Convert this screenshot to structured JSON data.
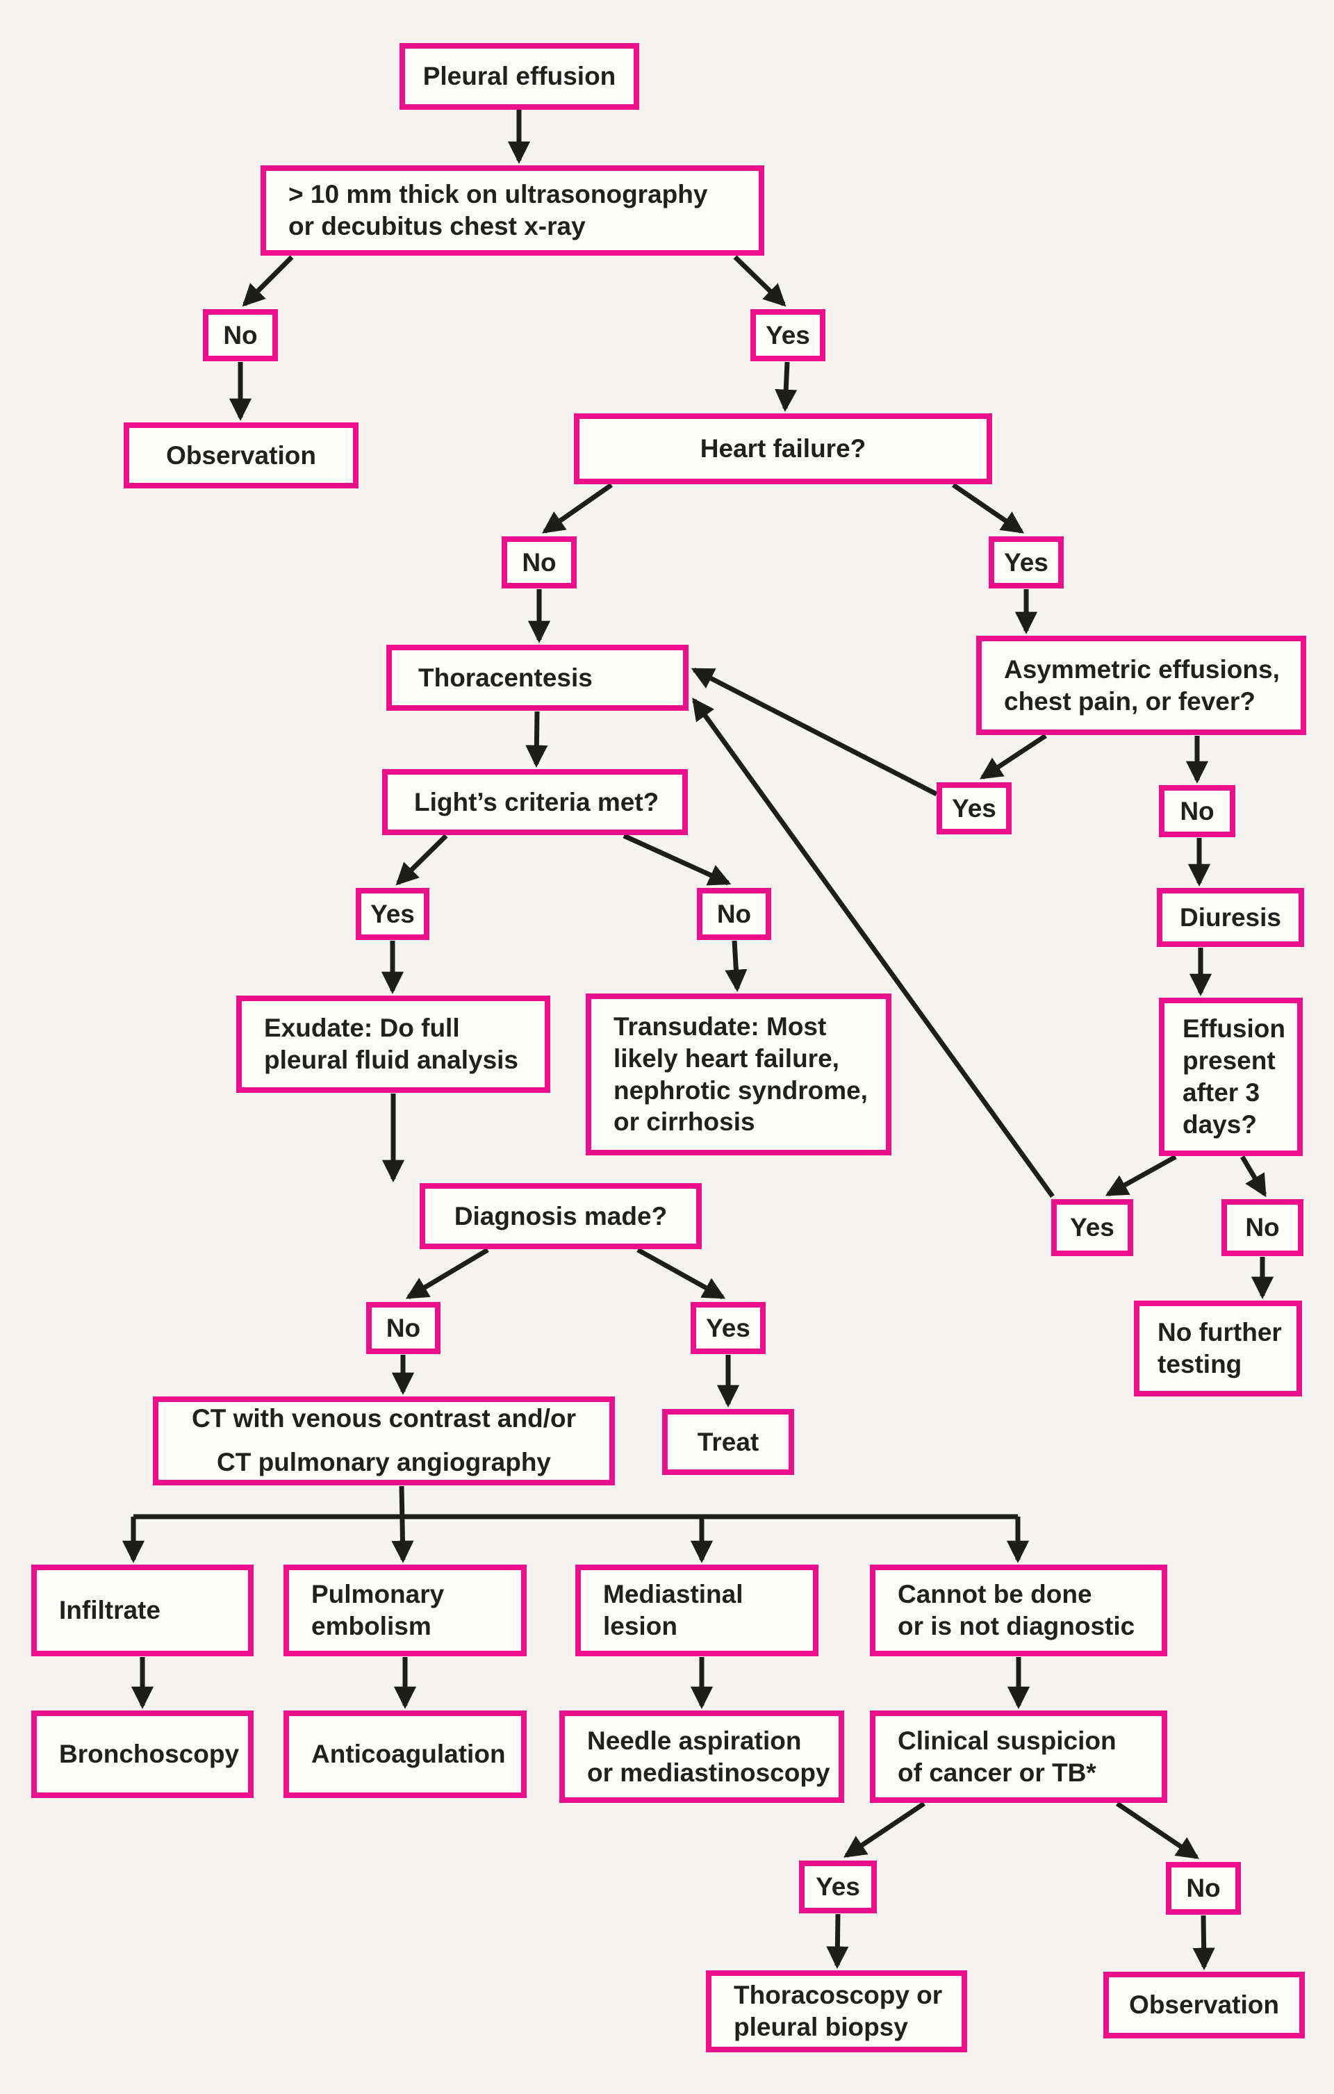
{
  "diagram": {
    "background": "#f5f4f1",
    "box_border_color": "#ec0e8a",
    "box_fill": "#fdfdfb",
    "arrow_color": "#1d1d1b",
    "text_color": "#221f1f"
  },
  "nodes": {
    "pleural_effusion": {
      "label": "Pleural effusion"
    },
    "ultrasound_check": {
      "label": "> 10 mm thick on ultrasonography\nor decubitus chest x-ray"
    },
    "no_ultrasound": {
      "label": "No"
    },
    "yes_ultrasound": {
      "label": "Yes"
    },
    "observation_top": {
      "label": "Observation"
    },
    "heart_failure": {
      "label": "Heart failure?"
    },
    "no_heart_failure": {
      "label": "No"
    },
    "yes_heart_failure": {
      "label": "Yes"
    },
    "thoracentesis": {
      "label": "Thoracentesis"
    },
    "asymmetric": {
      "label": "Asymmetric effusions,\nchest pain, or fever?"
    },
    "lights_criteria": {
      "label": "Light’s criteria met?"
    },
    "yes_asymmetric": {
      "label": "Yes"
    },
    "no_asymmetric": {
      "label": "No"
    },
    "yes_lights": {
      "label": "Yes"
    },
    "no_lights": {
      "label": "No"
    },
    "diuresis": {
      "label": "Diuresis"
    },
    "exudate": {
      "label": "Exudate: Do full\npleural fluid analysis"
    },
    "transudate": {
      "label": "Transudate: Most\nlikely heart failure,\nnephrotic syndrome,\nor cirrhosis"
    },
    "effusion_present": {
      "label": "Effusion\npresent\nafter 3\ndays?"
    },
    "diagnosis_made": {
      "label": "Diagnosis made?"
    },
    "yes_effusion": {
      "label": "Yes"
    },
    "no_effusion": {
      "label": "No"
    },
    "no_further_testing": {
      "label": "No further\ntesting"
    },
    "no_diagnosis": {
      "label": "No"
    },
    "yes_diagnosis": {
      "label": "Yes"
    },
    "ct_scan": {
      "label": "CT with venous contrast and/or\nCT pulmonary angiography"
    },
    "treat": {
      "label": "Treat"
    },
    "infiltrate": {
      "label": "Infiltrate"
    },
    "pulmonary_embolism": {
      "label": "Pulmonary\nembolism"
    },
    "mediastinal_lesion": {
      "label": "Mediastinal\nlesion"
    },
    "cannot_be_done": {
      "label": "Cannot be done\nor is not diagnostic"
    },
    "bronchoscopy": {
      "label": "Bronchoscopy"
    },
    "anticoagulation": {
      "label": "Anticoagulation"
    },
    "needle_aspiration": {
      "label": "Needle aspiration\nor mediastinoscopy"
    },
    "clinical_suspicion": {
      "label": "Clinical suspicion\nof cancer or TB*"
    },
    "yes_suspicion": {
      "label": "Yes"
    },
    "no_suspicion": {
      "label": "No"
    },
    "thoracoscopy": {
      "label": "Thoracoscopy or\npleural biopsy"
    },
    "observation_bottom": {
      "label": "Observation"
    }
  }
}
